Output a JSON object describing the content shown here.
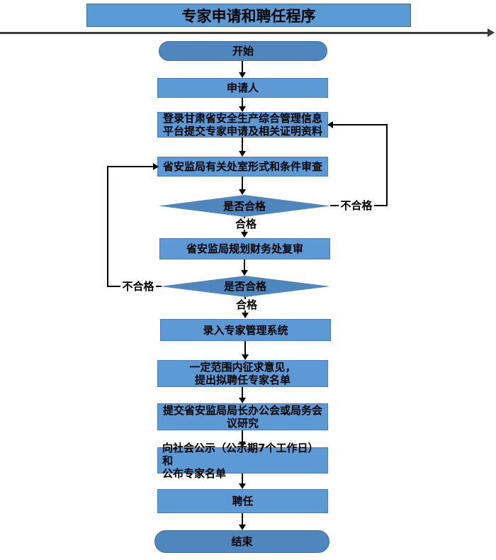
{
  "title": {
    "text": "专家申请和聘任程序"
  },
  "colors": {
    "title_bg": "#5B9BD5",
    "title_border": "#3B6EA5",
    "rect_bg": "#5C99D5",
    "rect_border": "#4A7EBB",
    "terminal_bg": "#4E86BD",
    "diamond_bg": "#4E86BD",
    "line": "#000000",
    "rule": "#3A3A3A",
    "text": "#000000",
    "page_bg": "#FFFFFF"
  },
  "nodes": [
    {
      "id": "start",
      "type": "terminal",
      "label": "开始"
    },
    {
      "id": "applicant",
      "type": "process",
      "label": "申请人"
    },
    {
      "id": "login",
      "type": "process",
      "label": "登录甘肃省安全生产综合管理信息\n平台提交专家申请及相关证明资料"
    },
    {
      "id": "review1",
      "type": "process",
      "label": "省安监局有关处室形式和条件审查"
    },
    {
      "id": "decision1",
      "type": "decision",
      "label": "是否合格"
    },
    {
      "id": "review2",
      "type": "process",
      "label": "省安监局规划财务处复审"
    },
    {
      "id": "decision2",
      "type": "decision",
      "label": "是否合格"
    },
    {
      "id": "entry",
      "type": "process",
      "label": "录入专家管理系统"
    },
    {
      "id": "consult",
      "type": "process",
      "label": "一定范围内征求意见，\n提出拟聘任专家名单"
    },
    {
      "id": "submit",
      "type": "process",
      "label": "提交省安监局局长办公会或局务会\n议研究"
    },
    {
      "id": "publicity",
      "type": "process",
      "label": "向社会公示（公示期7个工作日）和\n公布专家名单"
    },
    {
      "id": "appoint",
      "type": "process",
      "label": "聘任"
    },
    {
      "id": "end",
      "type": "terminal",
      "label": "结束"
    }
  ],
  "edge_labels": {
    "pass": "合格",
    "fail": "不合格"
  }
}
